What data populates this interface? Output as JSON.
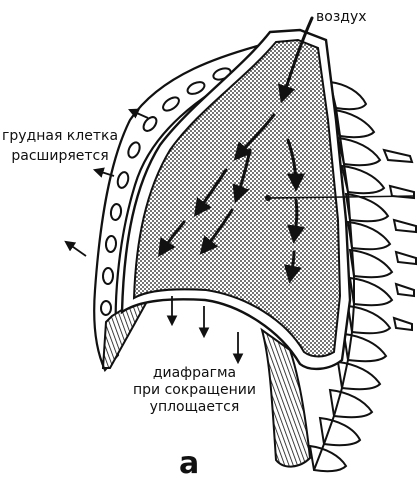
{
  "labels": {
    "air": "воздух",
    "chest_line1": "грудная клетка",
    "chest_line2": "расширяется",
    "diaphragm_line1": "диафрагма",
    "diaphragm_line2": "при сокращении",
    "diaphragm_line3": "уплощается",
    "panel_letter": "а"
  },
  "colors": {
    "ink": "#111111",
    "background": "#ffffff"
  }
}
